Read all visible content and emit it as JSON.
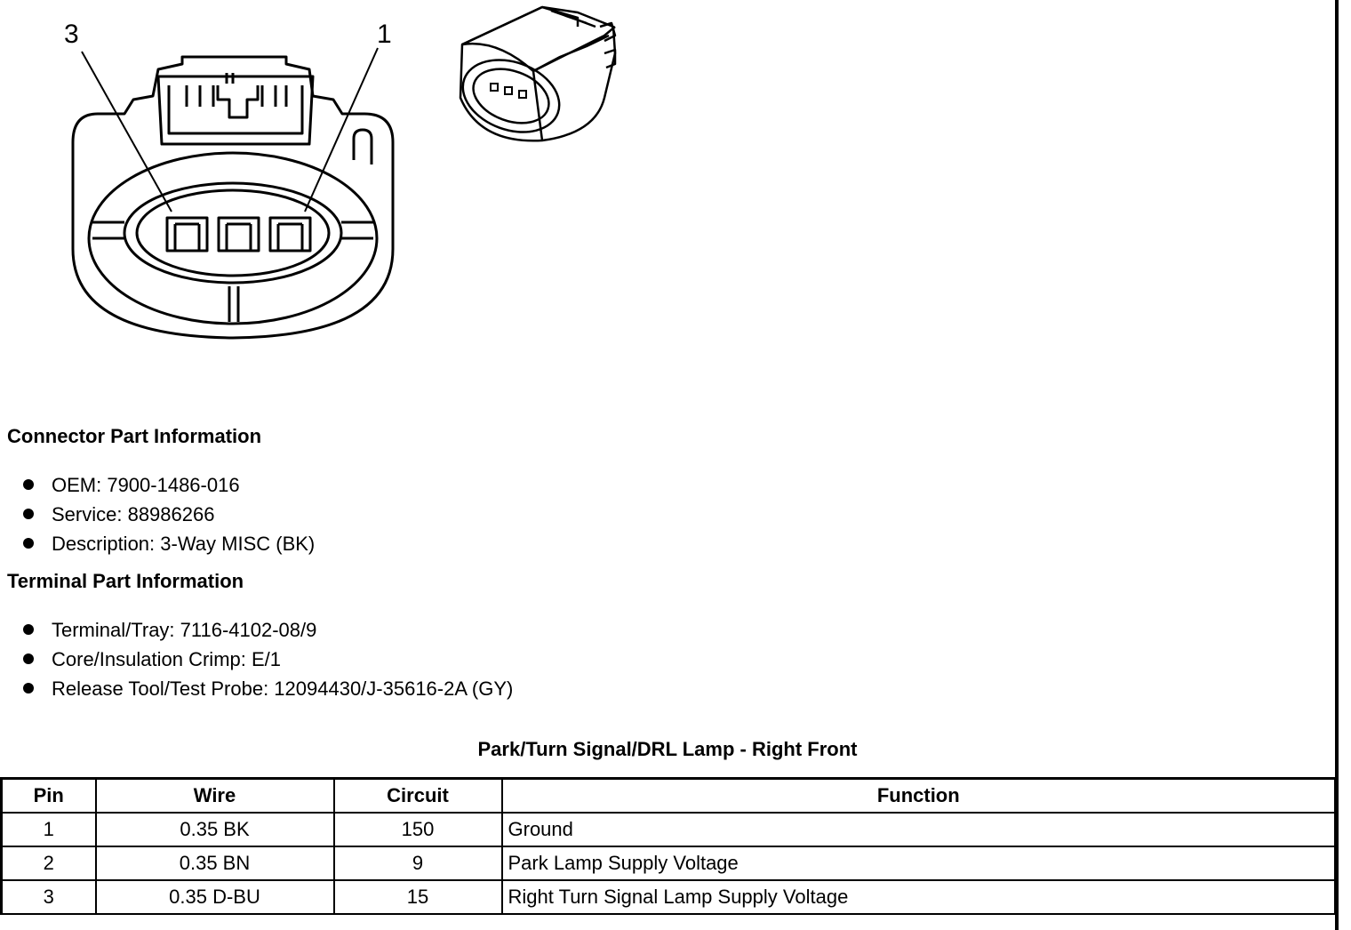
{
  "diagram": {
    "callouts": {
      "pin3": "3",
      "pin1": "1"
    }
  },
  "connector_info": {
    "heading": "Connector Part Information",
    "items": [
      "OEM: 7900-1486-016",
      "Service: 88986266",
      "Description: 3-Way MISC (BK)"
    ]
  },
  "terminal_info": {
    "heading": "Terminal Part Information",
    "items": [
      "Terminal/Tray: 7116-4102-08/9",
      "Core/Insulation Crimp: E/1",
      "Release Tool/Test Probe: 12094430/J-35616-2A (GY)"
    ]
  },
  "table": {
    "title": "Park/Turn Signal/DRL Lamp - Right Front",
    "headers": [
      "Pin",
      "Wire",
      "Circuit",
      "Function"
    ],
    "rows": [
      [
        "1",
        "0.35 BK",
        "150",
        "Ground"
      ],
      [
        "2",
        "0.35 BN",
        "9",
        "Park Lamp Supply Voltage"
      ],
      [
        "3",
        "0.35 D-BU",
        "15",
        "Right Turn Signal Lamp Supply Voltage"
      ]
    ]
  }
}
